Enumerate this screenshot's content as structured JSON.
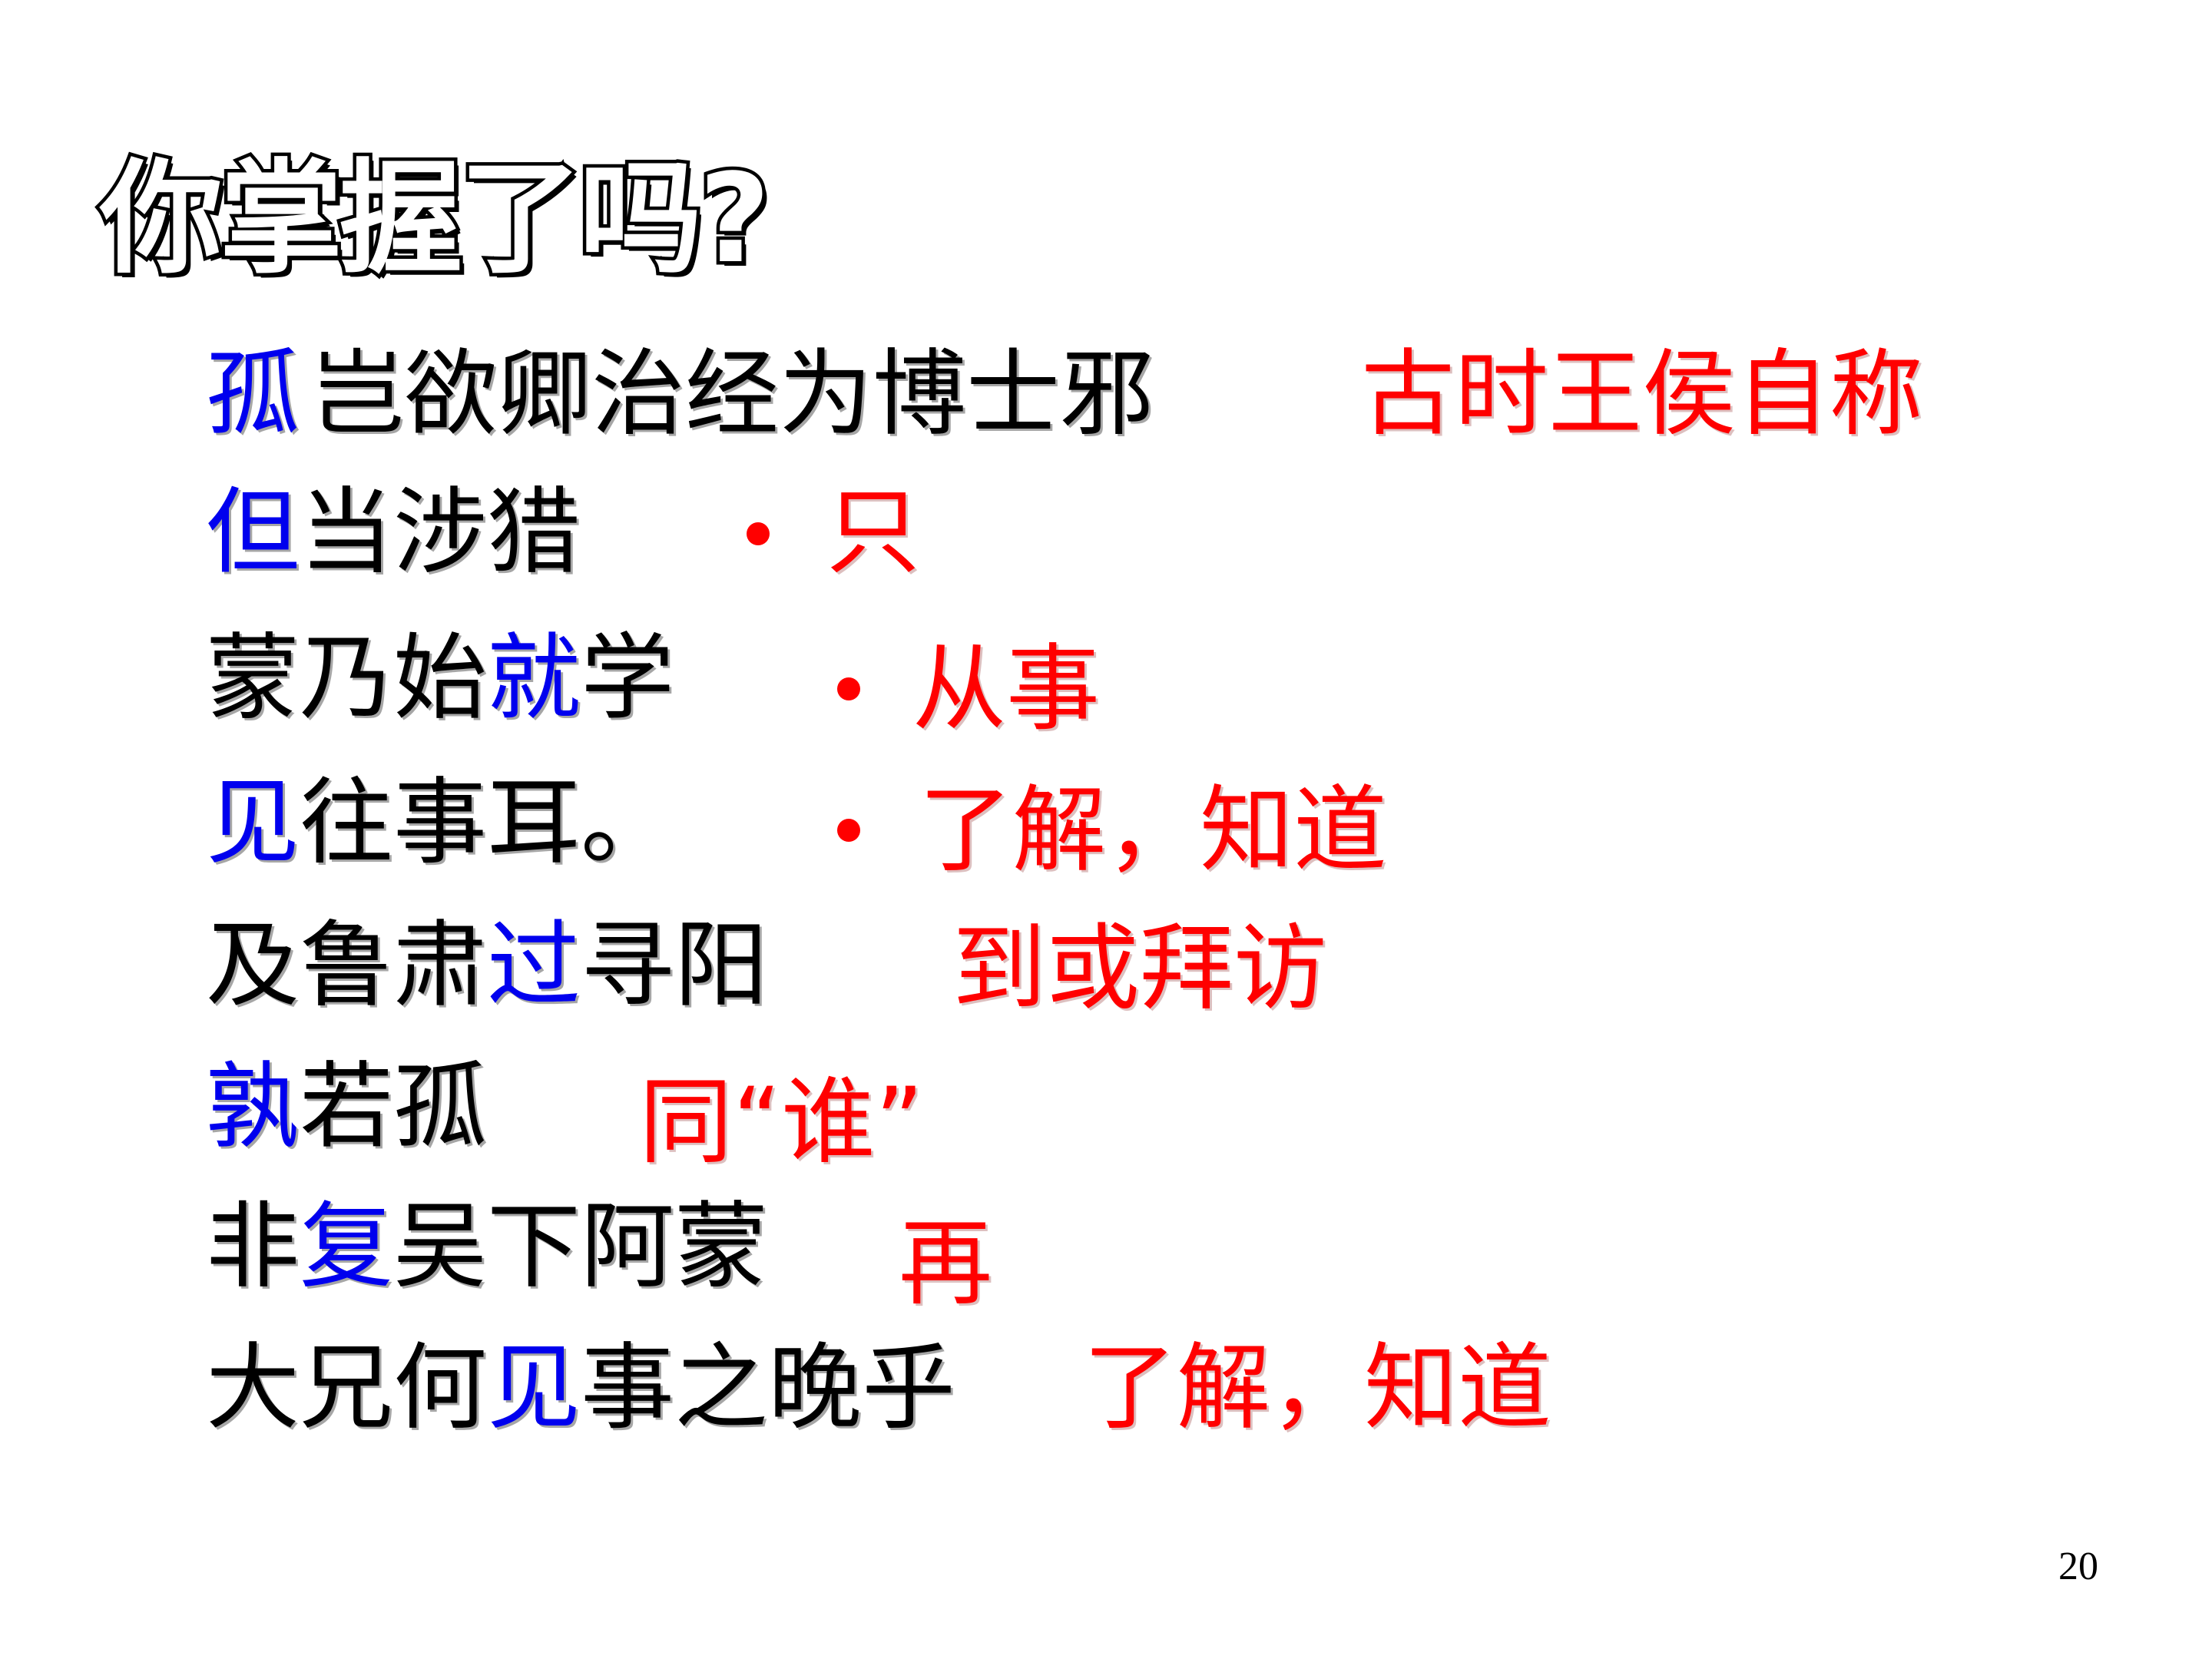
{
  "title": "你掌握了吗?",
  "page_number": "20",
  "colors": {
    "keyword": "#0000ee",
    "text": "#000000",
    "answer": "#ff0000"
  },
  "lines": [
    {
      "parts": [
        {
          "text": "孤",
          "style": "blue"
        },
        {
          "text": "岂欲卿治经为博士邪",
          "style": "black"
        }
      ],
      "answer": "古时王侯自称",
      "bullet": false
    },
    {
      "parts": [
        {
          "text": "但",
          "style": "blue"
        },
        {
          "text": "当涉猎",
          "style": "black"
        }
      ],
      "answer": "只",
      "bullet": true
    },
    {
      "parts": [
        {
          "text": "蒙乃始",
          "style": "black"
        },
        {
          "text": "就",
          "style": "blue"
        },
        {
          "text": "学",
          "style": "black"
        }
      ],
      "answer": "从事",
      "bullet": true
    },
    {
      "parts": [
        {
          "text": "见",
          "style": "blue"
        },
        {
          "text": "往事耳。",
          "style": "black"
        }
      ],
      "answer": "了解，知道",
      "bullet": true
    },
    {
      "parts": [
        {
          "text": "及鲁肃",
          "style": "black"
        },
        {
          "text": "过",
          "style": "blue"
        },
        {
          "text": "寻阳",
          "style": "black"
        }
      ],
      "answer": "到或拜访",
      "bullet": false
    },
    {
      "parts": [
        {
          "text": "孰",
          "style": "blue"
        },
        {
          "text": "若孤",
          "style": "black"
        }
      ],
      "answer": "同“谁”",
      "bullet": false
    },
    {
      "parts": [
        {
          "text": "非",
          "style": "black"
        },
        {
          "text": "复",
          "style": "blue"
        },
        {
          "text": "吴下阿蒙",
          "style": "black"
        }
      ],
      "answer": "再",
      "bullet": false
    },
    {
      "parts": [
        {
          "text": "大兄何",
          "style": "black"
        },
        {
          "text": "见",
          "style": "blue"
        },
        {
          "text": "事之晚乎",
          "style": "black"
        }
      ],
      "answer": "了解，知道",
      "bullet": false
    }
  ]
}
